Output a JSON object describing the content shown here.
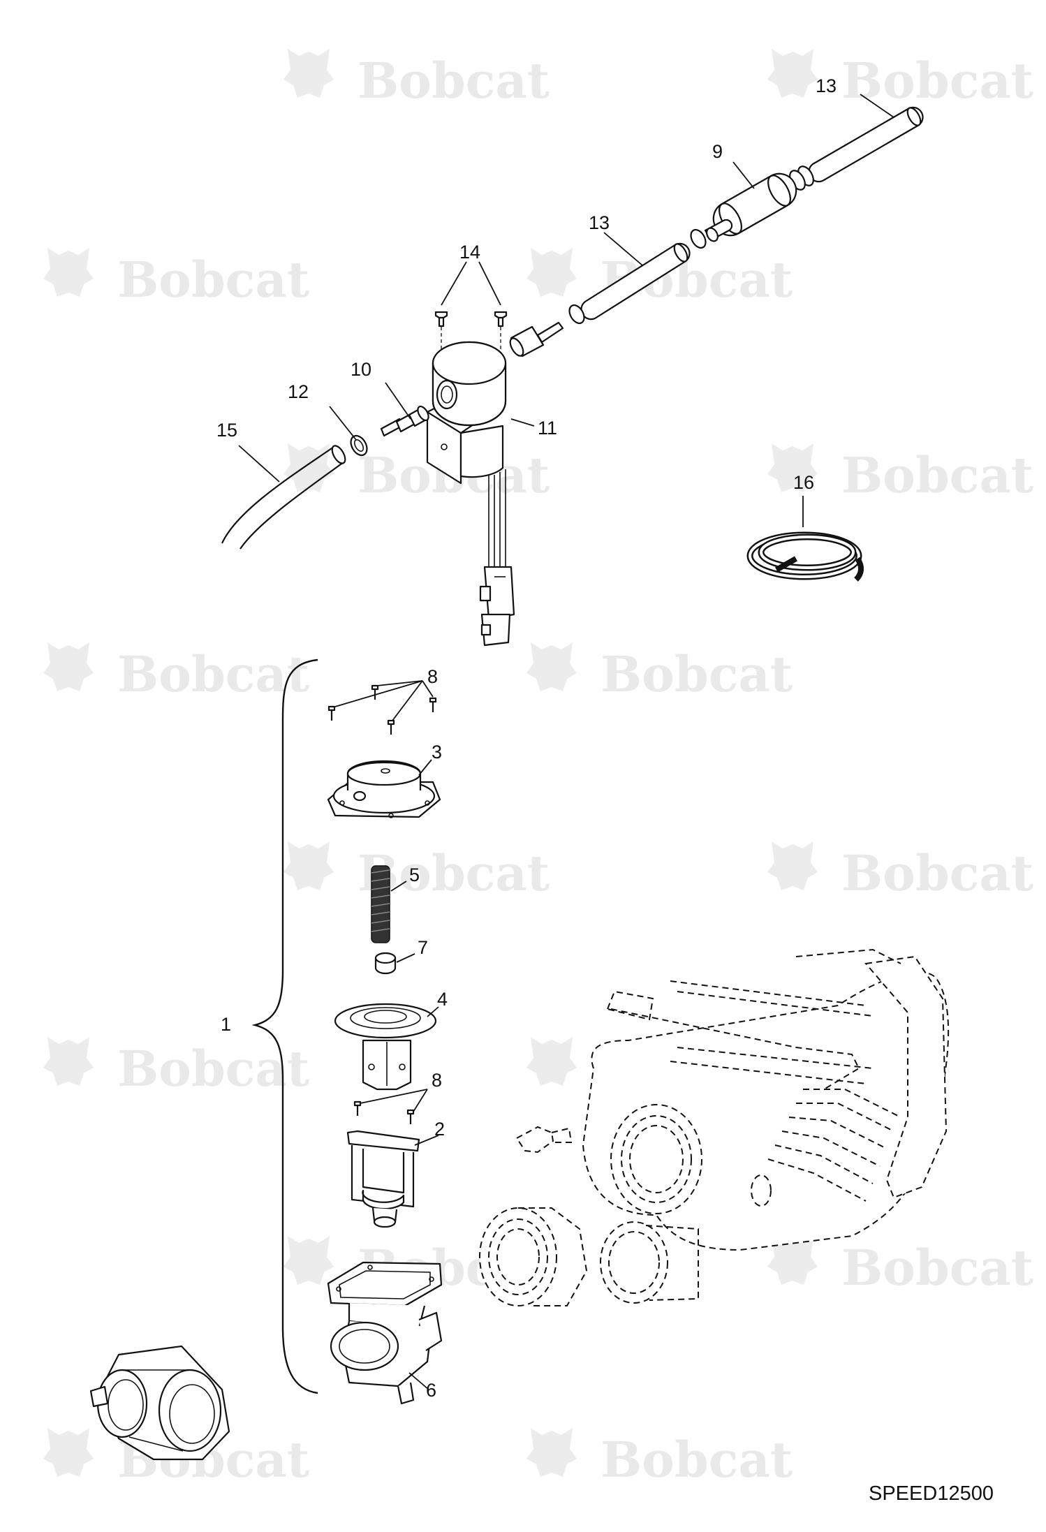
{
  "watermark": {
    "brand": "Bobcat"
  },
  "drawing_code": "SPEED12500",
  "callouts": {
    "c1": "1",
    "c2": "2",
    "c3": "3",
    "c4": "4",
    "c5": "5",
    "c6": "6",
    "c7": "7",
    "c8a": "8",
    "c8b": "8",
    "c9": "9",
    "c10": "10",
    "c11": "11",
    "c12": "12",
    "c13a": "13",
    "c13b": "13",
    "c14": "14",
    "c15": "15",
    "c16": "16"
  }
}
